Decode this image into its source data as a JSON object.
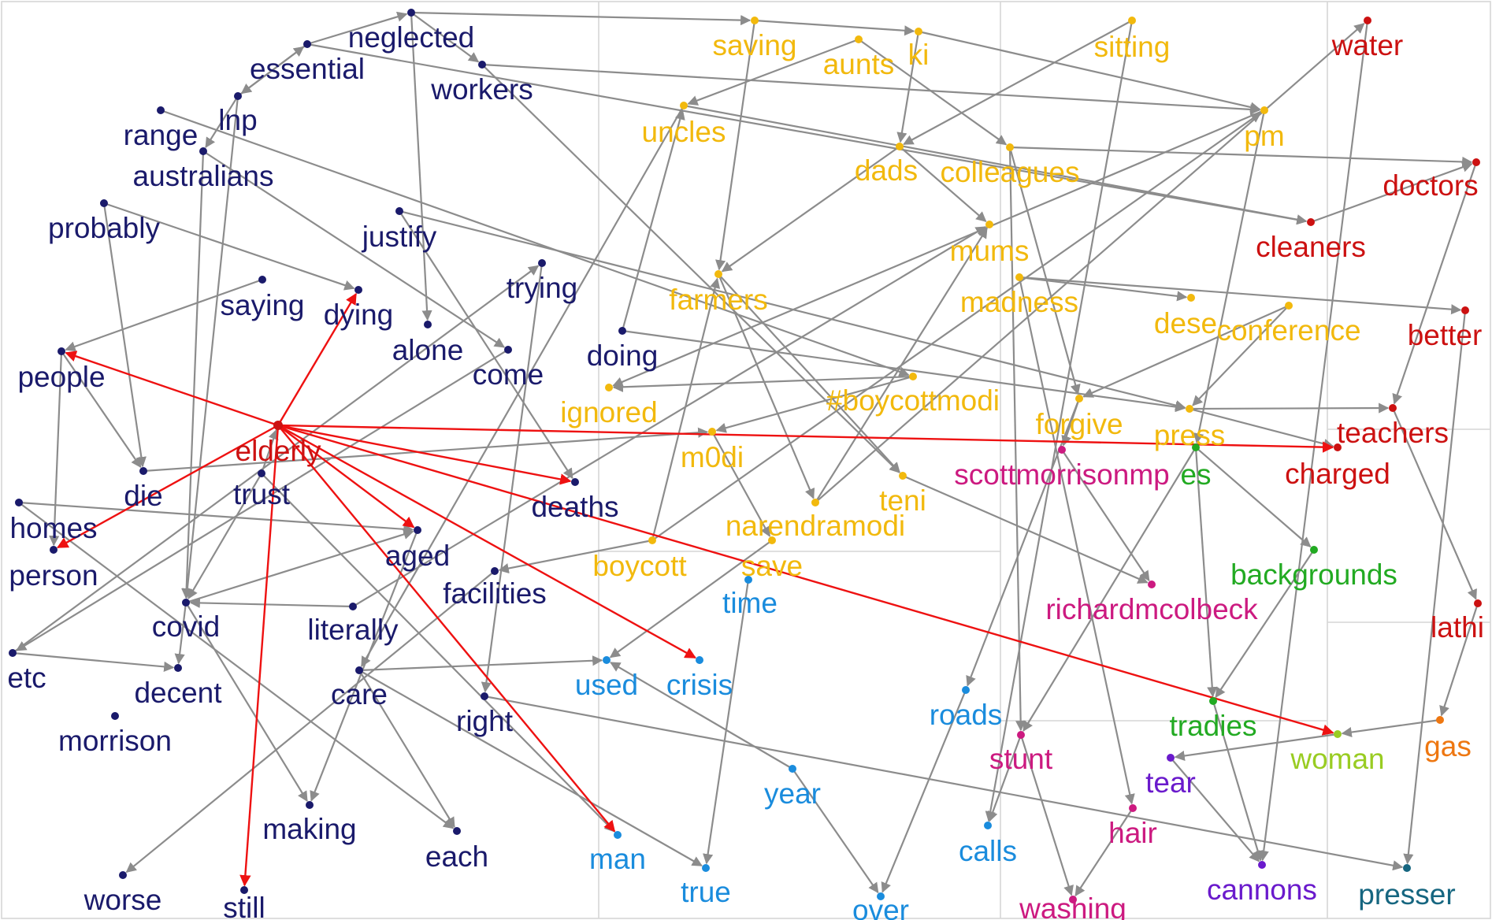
{
  "colors": {
    "navy": "#1a1a6b",
    "yellow": "#f2b90d",
    "red": "#cc1111",
    "pink": "#cc1a80",
    "green": "#22aa22",
    "blue": "#1a8cdd",
    "purple": "#6a1acc",
    "lime": "#99cc22",
    "orange": "#ee7711",
    "teal": "#166680",
    "edge_gray": "#8c8c8c",
    "edge_red": "#ee1111"
  },
  "nodes": [
    {
      "id": "neglected",
      "label": "neglected",
      "color": "navy"
    },
    {
      "id": "essential",
      "label": "essential",
      "color": "navy"
    },
    {
      "id": "workers",
      "label": "workers",
      "color": "navy"
    },
    {
      "id": "lnp",
      "label": "lnp",
      "color": "navy"
    },
    {
      "id": "range",
      "label": "range",
      "color": "navy"
    },
    {
      "id": "australians",
      "label": "australians",
      "color": "navy"
    },
    {
      "id": "probably",
      "label": "probably",
      "color": "navy"
    },
    {
      "id": "justify",
      "label": "justify",
      "color": "navy"
    },
    {
      "id": "trying",
      "label": "trying",
      "color": "navy"
    },
    {
      "id": "saying",
      "label": "saying",
      "color": "navy"
    },
    {
      "id": "dying",
      "label": "dying",
      "color": "navy"
    },
    {
      "id": "alone",
      "label": "alone",
      "color": "navy"
    },
    {
      "id": "come",
      "label": "come",
      "color": "navy"
    },
    {
      "id": "doing",
      "label": "doing",
      "color": "navy"
    },
    {
      "id": "people",
      "label": "people",
      "color": "navy"
    },
    {
      "id": "die",
      "label": "die",
      "color": "navy"
    },
    {
      "id": "trust",
      "label": "trust",
      "color": "navy"
    },
    {
      "id": "deaths",
      "label": "deaths",
      "color": "navy"
    },
    {
      "id": "homes",
      "label": "homes",
      "color": "navy"
    },
    {
      "id": "person",
      "label": "person",
      "color": "navy"
    },
    {
      "id": "aged",
      "label": "aged",
      "color": "navy"
    },
    {
      "id": "facilities",
      "label": "facilities",
      "color": "navy"
    },
    {
      "id": "covid",
      "label": "covid",
      "color": "navy"
    },
    {
      "id": "literally",
      "label": "literally",
      "color": "navy"
    },
    {
      "id": "etc",
      "label": "etc",
      "color": "navy"
    },
    {
      "id": "decent",
      "label": "decent",
      "color": "navy"
    },
    {
      "id": "care",
      "label": "care",
      "color": "navy"
    },
    {
      "id": "right",
      "label": "right",
      "color": "navy"
    },
    {
      "id": "morrison",
      "label": "morrison",
      "color": "navy"
    },
    {
      "id": "making",
      "label": "making",
      "color": "navy"
    },
    {
      "id": "each",
      "label": "each",
      "color": "navy"
    },
    {
      "id": "worse",
      "label": "worse",
      "color": "navy"
    },
    {
      "id": "still",
      "label": "still",
      "color": "navy"
    },
    {
      "id": "elderly",
      "label": "elderly",
      "color": "red"
    },
    {
      "id": "saving",
      "label": "saving",
      "color": "yellow"
    },
    {
      "id": "aunts",
      "label": "aunts",
      "color": "yellow"
    },
    {
      "id": "ki",
      "label": "ki",
      "color": "yellow"
    },
    {
      "id": "sitting",
      "label": "sitting",
      "color": "yellow"
    },
    {
      "id": "uncles",
      "label": "uncles",
      "color": "yellow"
    },
    {
      "id": "pm",
      "label": "pm",
      "color": "yellow"
    },
    {
      "id": "dads",
      "label": "dads",
      "color": "yellow"
    },
    {
      "id": "colleagues",
      "label": "colleagues",
      "color": "yellow"
    },
    {
      "id": "mums",
      "label": "mums",
      "color": "yellow"
    },
    {
      "id": "farmers",
      "label": "farmers",
      "color": "yellow"
    },
    {
      "id": "madness",
      "label": "madness",
      "color": "yellow"
    },
    {
      "id": "dese",
      "label": "dese",
      "color": "yellow"
    },
    {
      "id": "conference",
      "label": "conference",
      "color": "yellow"
    },
    {
      "id": "ignored",
      "label": "ignored",
      "color": "yellow"
    },
    {
      "id": "boycottmodi",
      "label": "#boycottmodi",
      "color": "yellow"
    },
    {
      "id": "forgive",
      "label": "forgive",
      "color": "yellow"
    },
    {
      "id": "press",
      "label": "press",
      "color": "yellow"
    },
    {
      "id": "m0di",
      "label": "m0di",
      "color": "yellow"
    },
    {
      "id": "teni",
      "label": "teni",
      "color": "yellow"
    },
    {
      "id": "narendramodi",
      "label": "narendramodi",
      "color": "yellow"
    },
    {
      "id": "boycott",
      "label": "boycott",
      "color": "yellow"
    },
    {
      "id": "save",
      "label": "save",
      "color": "yellow"
    },
    {
      "id": "water",
      "label": "water",
      "color": "red"
    },
    {
      "id": "doctors",
      "label": "doctors",
      "color": "red"
    },
    {
      "id": "cleaners",
      "label": "cleaners",
      "color": "red"
    },
    {
      "id": "better",
      "label": "better",
      "color": "red"
    },
    {
      "id": "teachers",
      "label": "teachers",
      "color": "red"
    },
    {
      "id": "charged",
      "label": "charged",
      "color": "red"
    },
    {
      "id": "lathi",
      "label": "lathi",
      "color": "red"
    },
    {
      "id": "scottmorrisonmp",
      "label": "scottmorrisonmp",
      "color": "pink"
    },
    {
      "id": "es",
      "label": "es",
      "color": "green"
    },
    {
      "id": "richardmcolbeck",
      "label": "richardmcolbeck",
      "color": "pink"
    },
    {
      "id": "backgrounds",
      "label": "backgrounds",
      "color": "green"
    },
    {
      "id": "tradies",
      "label": "tradies",
      "color": "green"
    },
    {
      "id": "woman",
      "label": "woman",
      "color": "lime"
    },
    {
      "id": "gas",
      "label": "gas",
      "color": "orange"
    },
    {
      "id": "time",
      "label": "time",
      "color": "blue"
    },
    {
      "id": "used",
      "label": "used",
      "color": "blue"
    },
    {
      "id": "crisis",
      "label": "crisis",
      "color": "blue"
    },
    {
      "id": "roads",
      "label": "roads",
      "color": "blue"
    },
    {
      "id": "year",
      "label": "year",
      "color": "blue"
    },
    {
      "id": "man",
      "label": "man",
      "color": "blue"
    },
    {
      "id": "true",
      "label": "true",
      "color": "blue"
    },
    {
      "id": "over",
      "label": "over",
      "color": "blue"
    },
    {
      "id": "calls",
      "label": "calls",
      "color": "blue"
    },
    {
      "id": "stunt",
      "label": "stunt",
      "color": "pink"
    },
    {
      "id": "hair",
      "label": "hair",
      "color": "pink"
    },
    {
      "id": "washing",
      "label": "washing",
      "color": "pink"
    },
    {
      "id": "tear",
      "label": "tear",
      "color": "purple"
    },
    {
      "id": "cannons",
      "label": "cannons",
      "color": "purple"
    },
    {
      "id": "presser",
      "label": "presser",
      "color": "teal"
    }
  ],
  "edges_red": [
    [
      "elderly",
      "people"
    ],
    [
      "elderly",
      "dying"
    ],
    [
      "elderly",
      "person"
    ],
    [
      "elderly",
      "aged"
    ],
    [
      "elderly",
      "deaths"
    ],
    [
      "elderly",
      "crisis"
    ],
    [
      "elderly",
      "man"
    ],
    [
      "elderly",
      "still"
    ],
    [
      "elderly",
      "charged"
    ],
    [
      "elderly",
      "woman"
    ]
  ],
  "edges_gray": [
    [
      "neglected",
      "saving"
    ],
    [
      "neglected",
      "workers"
    ],
    [
      "neglected",
      "alone"
    ],
    [
      "essential",
      "neglected"
    ],
    [
      "essential",
      "lnp"
    ],
    [
      "essential",
      "cleaners"
    ],
    [
      "workers",
      "pm"
    ],
    [
      "workers",
      "teni"
    ],
    [
      "lnp",
      "essential"
    ],
    [
      "lnp",
      "australians"
    ],
    [
      "lnp",
      "covid"
    ],
    [
      "range",
      "boycottmodi"
    ],
    [
      "australians",
      "covid"
    ],
    [
      "australians",
      "come"
    ],
    [
      "probably",
      "dying"
    ],
    [
      "probably",
      "die"
    ],
    [
      "justify",
      "deaths"
    ],
    [
      "justify",
      "press"
    ],
    [
      "trying",
      "right"
    ],
    [
      "saying",
      "people"
    ],
    [
      "come",
      "etc"
    ],
    [
      "doing",
      "press"
    ],
    [
      "doing",
      "uncles"
    ],
    [
      "people",
      "person"
    ],
    [
      "people",
      "die"
    ],
    [
      "die",
      "m0di"
    ],
    [
      "trust",
      "elderly"
    ],
    [
      "trust",
      "covid"
    ],
    [
      "trust",
      "man"
    ],
    [
      "homes",
      "aged"
    ],
    [
      "homes",
      "each"
    ],
    [
      "aged",
      "making"
    ],
    [
      "facilities",
      "worse"
    ],
    [
      "covid",
      "decent"
    ],
    [
      "covid",
      "aged"
    ],
    [
      "covid",
      "making"
    ],
    [
      "literally",
      "covid"
    ],
    [
      "literally",
      "mums"
    ],
    [
      "etc",
      "decent"
    ],
    [
      "etc",
      "trying"
    ],
    [
      "care",
      "used"
    ],
    [
      "care",
      "true"
    ],
    [
      "care",
      "each"
    ],
    [
      "right",
      "presser"
    ],
    [
      "saving",
      "ki"
    ],
    [
      "saving",
      "farmers"
    ],
    [
      "aunts",
      "uncles"
    ],
    [
      "aunts",
      "colleagues"
    ],
    [
      "ki",
      "pm"
    ],
    [
      "ki",
      "dads"
    ],
    [
      "sitting",
      "dads"
    ],
    [
      "sitting",
      "calls"
    ],
    [
      "uncles",
      "care"
    ],
    [
      "uncles",
      "cleaners"
    ],
    [
      "pm",
      "ignored"
    ],
    [
      "pm",
      "es"
    ],
    [
      "dads",
      "farmers"
    ],
    [
      "dads",
      "mums"
    ],
    [
      "colleagues",
      "forgive"
    ],
    [
      "colleagues",
      "stunt"
    ],
    [
      "madness",
      "better"
    ],
    [
      "madness",
      "dese"
    ],
    [
      "madness",
      "hair"
    ],
    [
      "conference",
      "forgive"
    ],
    [
      "conference",
      "press"
    ],
    [
      "boycottmodi",
      "ignored"
    ],
    [
      "boycottmodi",
      "m0di"
    ],
    [
      "forgive",
      "scottmorrisonmp"
    ],
    [
      "forgive",
      "roads"
    ],
    [
      "press",
      "charged"
    ],
    [
      "press",
      "teachers"
    ],
    [
      "m0di",
      "save"
    ],
    [
      "narendramodi",
      "water"
    ],
    [
      "narendramodi",
      "mums"
    ],
    [
      "boycott",
      "facilities"
    ],
    [
      "boycott",
      "farmers"
    ],
    [
      "boycott",
      "pm"
    ],
    [
      "save",
      "used"
    ],
    [
      "water",
      "cannons"
    ],
    [
      "doctors",
      "teachers"
    ],
    [
      "cleaners",
      "doctors"
    ],
    [
      "better",
      "presser"
    ],
    [
      "teachers",
      "lathi"
    ],
    [
      "scottmorrisonmp",
      "richardmcolbeck"
    ],
    [
      "es",
      "backgrounds"
    ],
    [
      "es",
      "tradies"
    ],
    [
      "es",
      "stunt"
    ],
    [
      "backgrounds",
      "tradies"
    ],
    [
      "lathi",
      "gas"
    ],
    [
      "gas",
      "woman"
    ],
    [
      "woman",
      "tear"
    ],
    [
      "tradies",
      "cannons"
    ],
    [
      "tear",
      "cannons"
    ],
    [
      "stunt",
      "calls"
    ],
    [
      "stunt",
      "washing"
    ],
    [
      "hair",
      "washing"
    ],
    [
      "roads",
      "over"
    ],
    [
      "year",
      "over"
    ],
    [
      "year",
      "used"
    ],
    [
      "time",
      "true"
    ],
    [
      "teni",
      "richardmcolbeck"
    ],
    [
      "farmers",
      "teni"
    ],
    [
      "farmers",
      "narendramodi"
    ],
    [
      "colleagues",
      "doctors"
    ]
  ]
}
